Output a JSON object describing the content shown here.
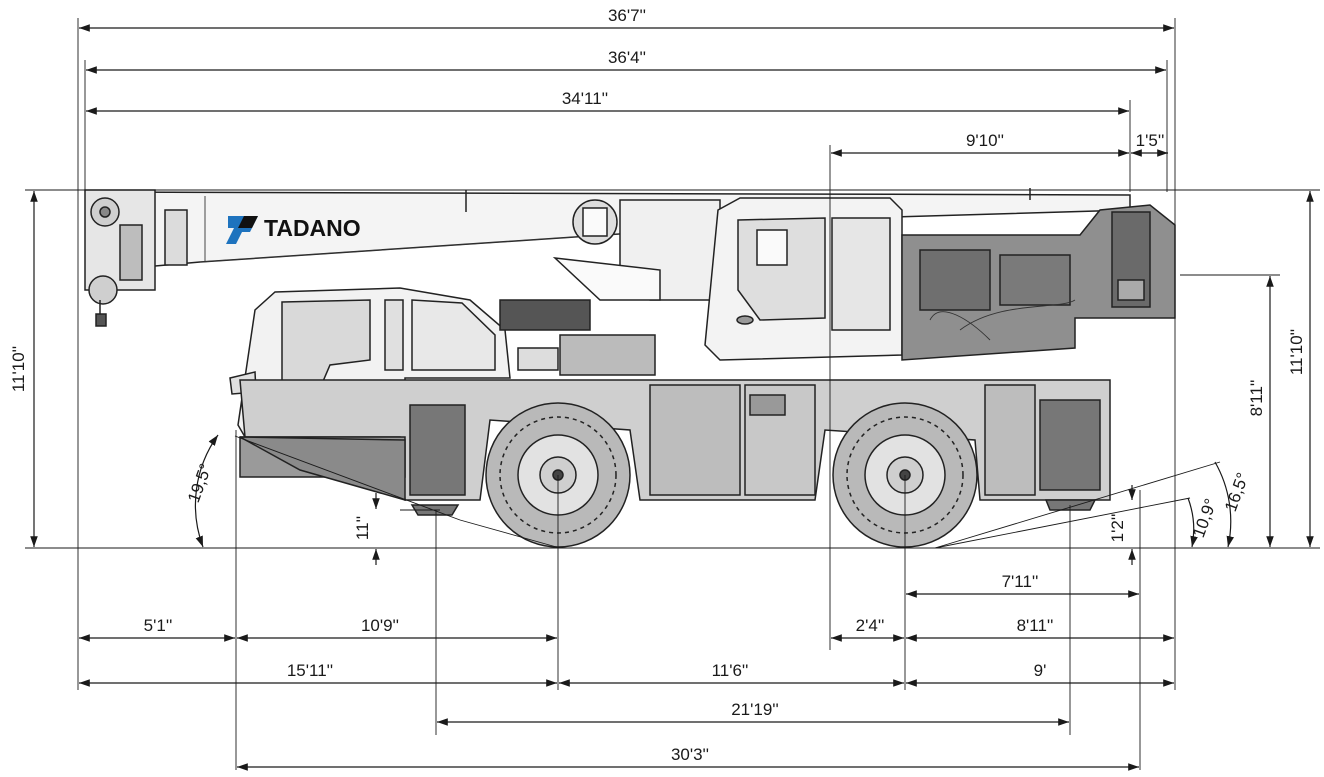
{
  "logo": {
    "brand": "TADANO",
    "accent": "#1e73be"
  },
  "colors": {
    "line": "#1a1a1a",
    "body_light": "#f2f2f2",
    "body_mid": "#cfcfcf",
    "body_dark": "#8a8a8a",
    "tire": "#bdbdbd"
  },
  "dimensions": {
    "overall_length_boom_tip": "36'7''",
    "overall_length_body": "36'4''",
    "carrier_length": "34'11''",
    "cab_to_rear_9_10": "9'10''",
    "rear_overhang_1_5": "1'5''",
    "overall_height_left": "11'10''",
    "overall_height_right": "11'10''",
    "counterweight_height": "8'11''",
    "approach_angle": "19,5°",
    "departure_angle_a": "16,5°",
    "departure_angle_b": "10,9°",
    "ground_clearance_front": "11''",
    "ground_clearance_rear": "1'2''",
    "rear_7_11": "7'11''",
    "front_overhang_5_1": "5'1''",
    "front_axle_10_9": "10'9''",
    "swing_2_4": "2'4''",
    "rear_8_11": "8'11''",
    "front_15_11": "15'11''",
    "wheelbase_11_6": "11'6''",
    "rear_9": "9'",
    "outrigger_span_21_19": "21'19''",
    "total_30_3": "30'3''"
  }
}
